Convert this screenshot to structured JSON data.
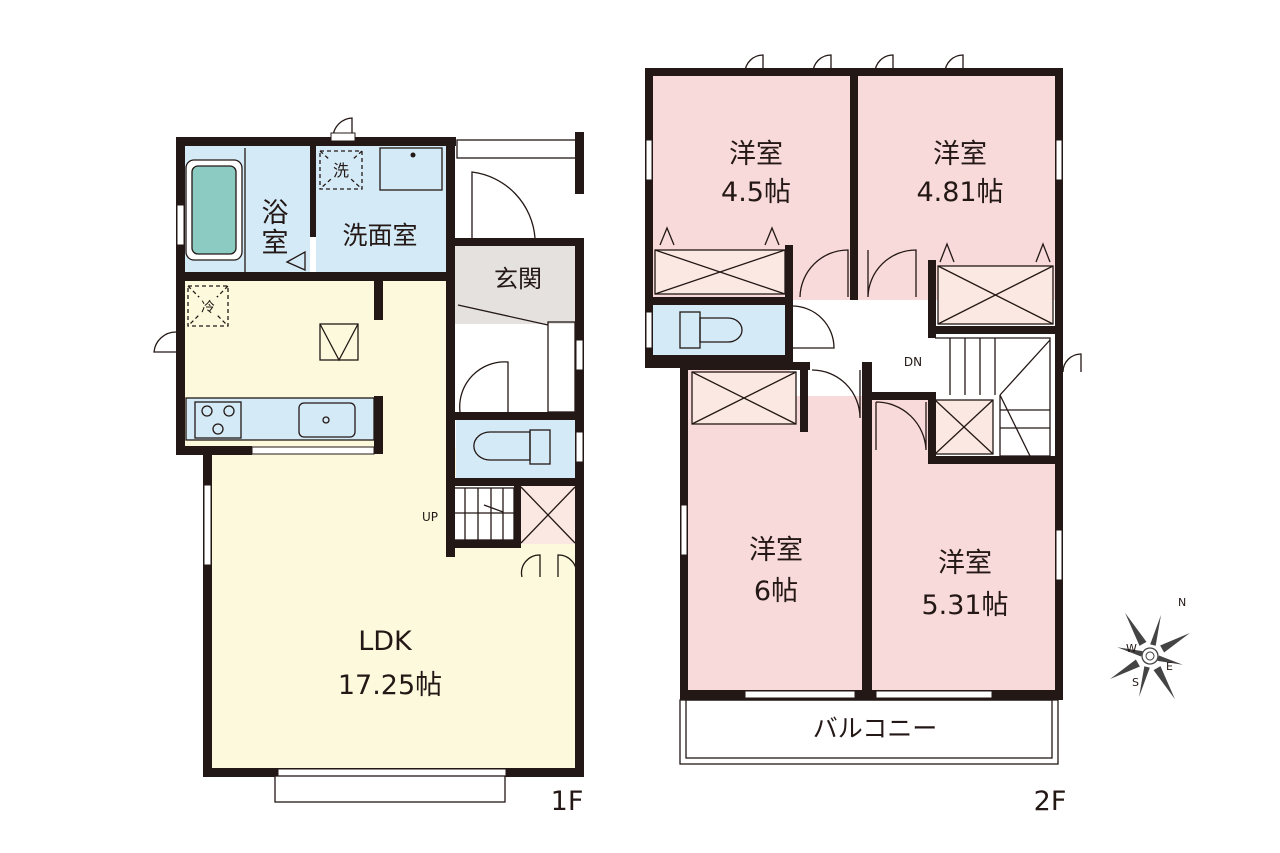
{
  "colors": {
    "wall": "#231815",
    "ldk": "#fdf9dc",
    "bedroom": "#f8dada",
    "wet_area": "#d4eaf7",
    "entrance": "#e4e1df",
    "closet": "#fbe8e2",
    "tub": "#8ccbc2"
  },
  "floor1": {
    "label": "1F",
    "rooms": {
      "bath_line1": "浴",
      "bath_line2": "室",
      "washroom": "洗面室",
      "entrance": "玄関",
      "ldk_name": "LDK",
      "ldk_size": "17.25帖"
    },
    "symbols": {
      "washer": "洗",
      "fridge": "冷",
      "stairs_up": "UP"
    }
  },
  "floor2": {
    "label": "2F",
    "rooms": [
      {
        "name": "洋室",
        "size": "4.5帖"
      },
      {
        "name": "洋室",
        "size": "4.81帖"
      },
      {
        "name": "洋室",
        "size": "6帖"
      },
      {
        "name": "洋室",
        "size": "5.31帖"
      }
    ],
    "balcony": "バルコニー",
    "stairs_down": "DN"
  },
  "compass": {
    "n": "N",
    "s": "S",
    "e": "E",
    "w": "W"
  }
}
